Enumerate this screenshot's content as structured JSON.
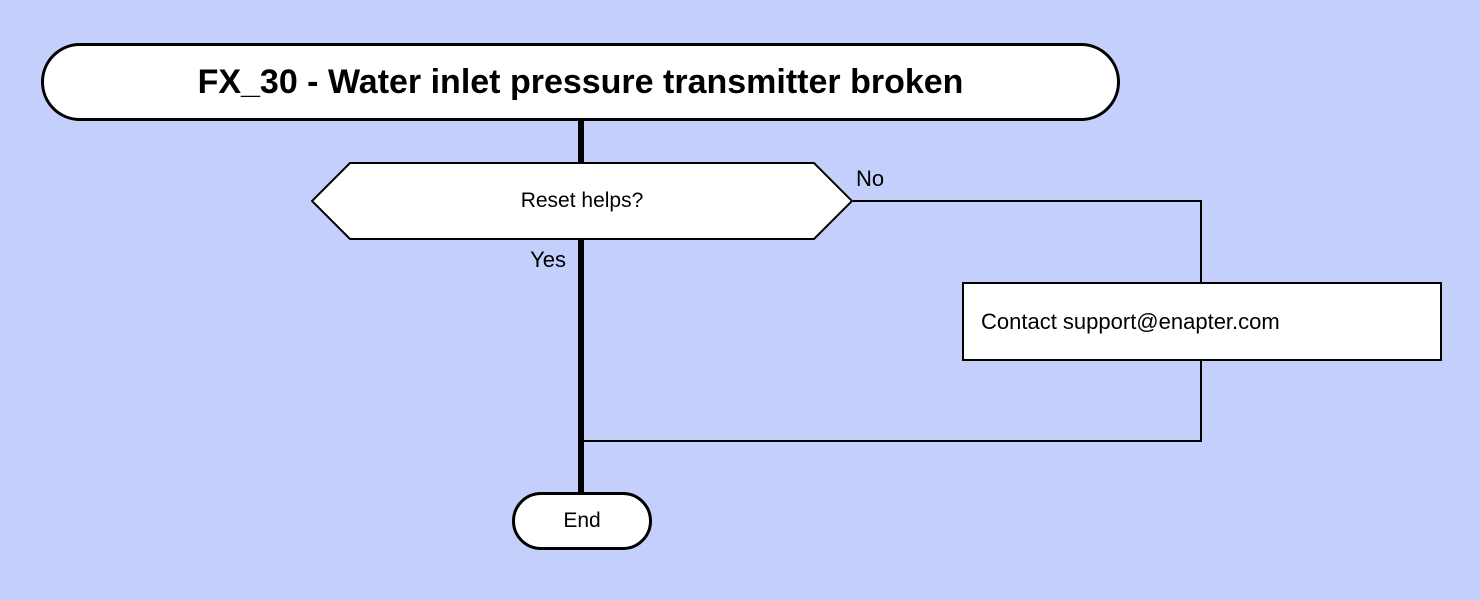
{
  "diagram": {
    "title": "FX_30 - Water inlet pressure transmitter broken",
    "decision": {
      "label": "Reset helps?"
    },
    "branches": {
      "no": "No",
      "yes": "Yes"
    },
    "action": {
      "label": "Contact support@enapter.com"
    },
    "terminal": {
      "label": "End"
    },
    "colors": {
      "background": "#c4cffb",
      "node_fill": "#ffffff",
      "stroke": "#000000"
    }
  }
}
